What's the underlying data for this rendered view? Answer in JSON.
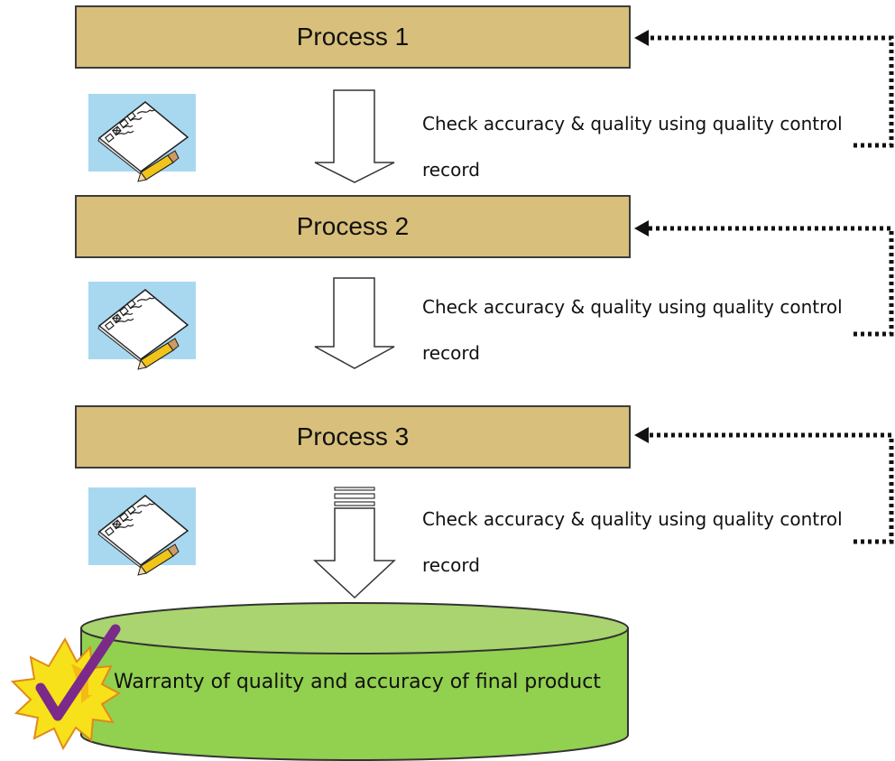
{
  "processes": [
    {
      "label": "Process 1",
      "check_note": "Check accuracy & quality using quality control record"
    },
    {
      "label": "Process 2",
      "check_note": "Check accuracy & quality using quality control record"
    },
    {
      "label": "Process 3",
      "check_note": "Check accuracy & quality using quality control record"
    }
  ],
  "final_product": {
    "label": "Warranty of quality and accuracy of final product"
  },
  "icons": {
    "checklist": "checklist-pencil-icon",
    "badge": "checkmark-starburst-icon"
  },
  "colors": {
    "process_fill": "#d8bf7b",
    "process_border": "#3c3c3c",
    "cylinder_body": "#92d050",
    "cylinder_top": "#a9d46f",
    "checklist_background": "#a8d8f0",
    "feedback_line": "#111111",
    "starburst": "#f7e11a",
    "checkmark": "#7b2a8a"
  }
}
